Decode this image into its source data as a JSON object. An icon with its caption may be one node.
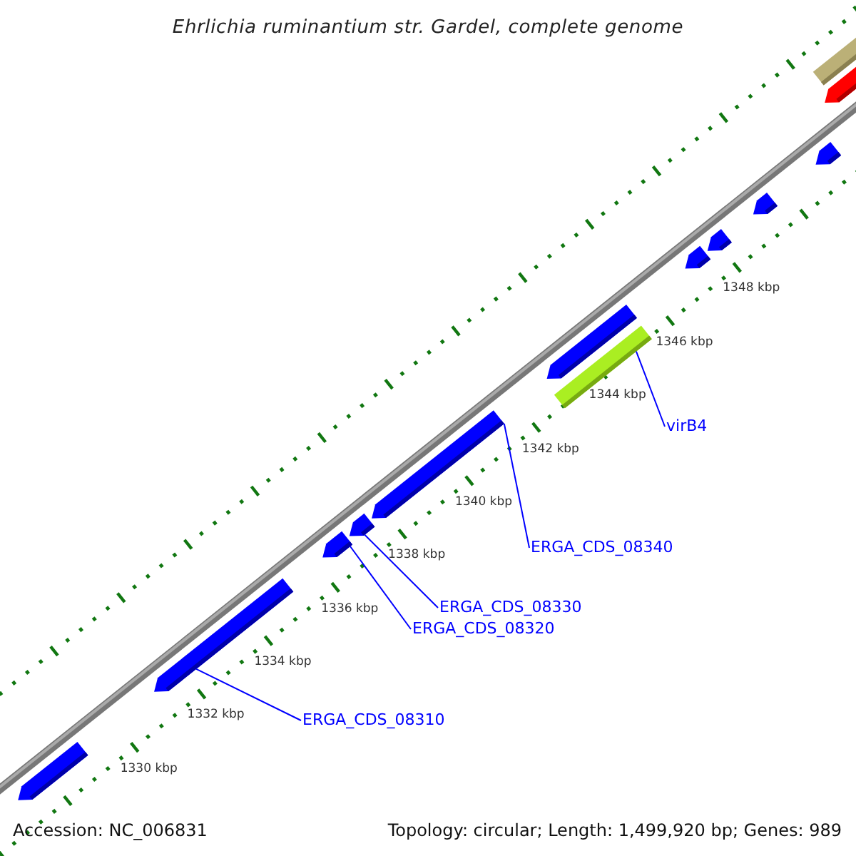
{
  "diagram": {
    "title": "Ehrlichia ruminantium str. Gardel, complete genome",
    "nodes": [
      {
        "text": [
          "ERGA_CDS_08310"
        ]
      },
      {
        "text": [
          "ERGA_CDS_08320"
        ]
      },
      {
        "text": [
          "ERGA_CDS_08330"
        ]
      },
      {
        "text": [
          "ERGA_CDS_08340"
        ]
      },
      {
        "text": [
          "virB4"
        ]
      },
      {
        "text": [],
        "shape": "bar"
      },
      {
        "text": [],
        "shape": "bar"
      },
      {
        "text": [],
        "shape": "bar"
      },
      {
        "text": [],
        "shape": "bar"
      },
      {
        "text": [],
        "shape": "bar"
      },
      {
        "text": [],
        "shape": "bar"
      },
      {
        "text": [],
        "shape": "bar"
      },
      {
        "text": [],
        "shape": "bar"
      },
      {
        "text": [],
        "shape": "bar"
      },
      {
        "text": [],
        "shape": "bar"
      },
      {
        "text": [],
        "shape": "bar"
      },
      {
        "text": [],
        "shape": "bar"
      },
      {
        "text": [],
        "shape": "bar"
      }
    ],
    "edges": [
      {
        "from": 0,
        "to": 6,
        "arrow": "none"
      },
      {
        "from": 1,
        "to": 7,
        "arrow": "none"
      },
      {
        "from": 2,
        "to": 8,
        "arrow": "none"
      },
      {
        "from": 3,
        "to": 9,
        "arrow": "none"
      },
      {
        "from": 4,
        "to": 11,
        "arrow": "none"
      }
    ],
    "labels": [
      "1330 kbp",
      "1332 kbp",
      "1334 kbp",
      "1336 kbp",
      "1338 kbp",
      "1340 kbp",
      "1342 kbp",
      "1344 kbp",
      "1346 kbp",
      "1348 kbp",
      "Accession: NC_006831",
      "Topology: circular; Length: 1,499,920 bp; Genes: 989"
    ]
  }
}
